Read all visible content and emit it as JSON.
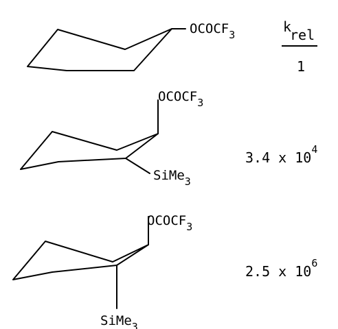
{
  "header": {
    "k_symbol": "k",
    "k_subscript": "rel"
  },
  "compounds": [
    {
      "substituent_top": "OCOCF",
      "substituent_top_sub": "3",
      "k_rel_text": "1"
    },
    {
      "substituent_top": "OCOCF",
      "substituent_top_sub": "3",
      "substituent_bottom": "SiMe",
      "substituent_bottom_sub": "3",
      "k_rel_mantissa": "3.4 x 10",
      "k_rel_exponent": "4"
    },
    {
      "substituent_top": "OCOCF",
      "substituent_top_sub": "3",
      "substituent_bottom": "SiMe",
      "substituent_bottom_sub": "3",
      "k_rel_mantissa": "2.5 x 10",
      "k_rel_exponent": "6"
    }
  ]
}
